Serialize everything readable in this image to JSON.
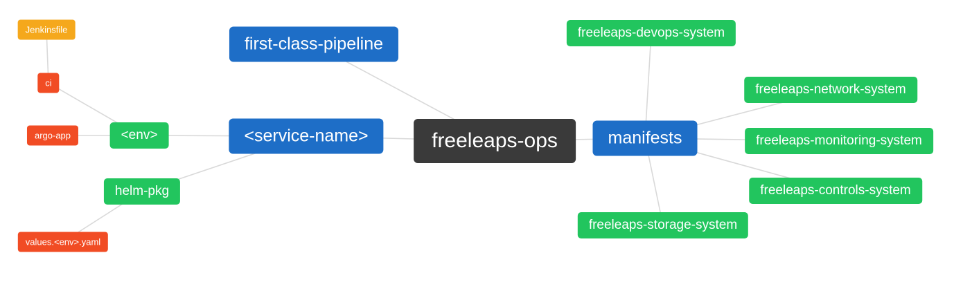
{
  "diagram": {
    "type": "mindmap-graph",
    "root_label": "freeleaps-ops"
  },
  "colors": {
    "root_node": "#3a3a3a",
    "primary_branch": "#1e6ec7",
    "secondary_branch": "#22c55e",
    "leaf_red": "#f14c24",
    "leaf_orange": "#f5a81c",
    "edge": "#d9d9d9",
    "background": "#ffffff",
    "node_text": "#ffffff"
  },
  "nodes": {
    "freeleaps_ops": {
      "label": "freeleaps-ops"
    },
    "first_class_pipeline": {
      "label": "first-class-pipeline"
    },
    "service_name": {
      "label": "<service-name>"
    },
    "manifests": {
      "label": "manifests"
    },
    "env": {
      "label": "<env>"
    },
    "helm_pkg": {
      "label": "helm-pkg"
    },
    "jenkinsfile": {
      "label": "Jenkinsfile"
    },
    "ci": {
      "label": "ci"
    },
    "argo_app": {
      "label": "argo-app"
    },
    "values_env_yaml": {
      "label": "values.<env>.yaml"
    },
    "devops_system": {
      "label": "freeleaps-devops-system"
    },
    "network_system": {
      "label": "freeleaps-network-system"
    },
    "monitoring_system": {
      "label": "freeleaps-monitoring-system"
    },
    "controls_system": {
      "label": "freeleaps-controls-system"
    },
    "storage_system": {
      "label": "freeleaps-storage-system"
    }
  },
  "edges": [
    {
      "from": "jenkinsfile",
      "to": "ci"
    },
    {
      "from": "ci",
      "to": "env"
    },
    {
      "from": "argo_app",
      "to": "env"
    },
    {
      "from": "env",
      "to": "service_name"
    },
    {
      "from": "helm_pkg",
      "to": "service_name"
    },
    {
      "from": "values_env_yaml",
      "to": "helm_pkg"
    },
    {
      "from": "first_class_pipeline",
      "to": "freeleaps_ops"
    },
    {
      "from": "service_name",
      "to": "freeleaps_ops"
    },
    {
      "from": "freeleaps_ops",
      "to": "manifests"
    },
    {
      "from": "manifests",
      "to": "devops_system"
    },
    {
      "from": "manifests",
      "to": "network_system"
    },
    {
      "from": "manifests",
      "to": "monitoring_system"
    },
    {
      "from": "manifests",
      "to": "controls_system"
    },
    {
      "from": "manifests",
      "to": "storage_system"
    }
  ]
}
